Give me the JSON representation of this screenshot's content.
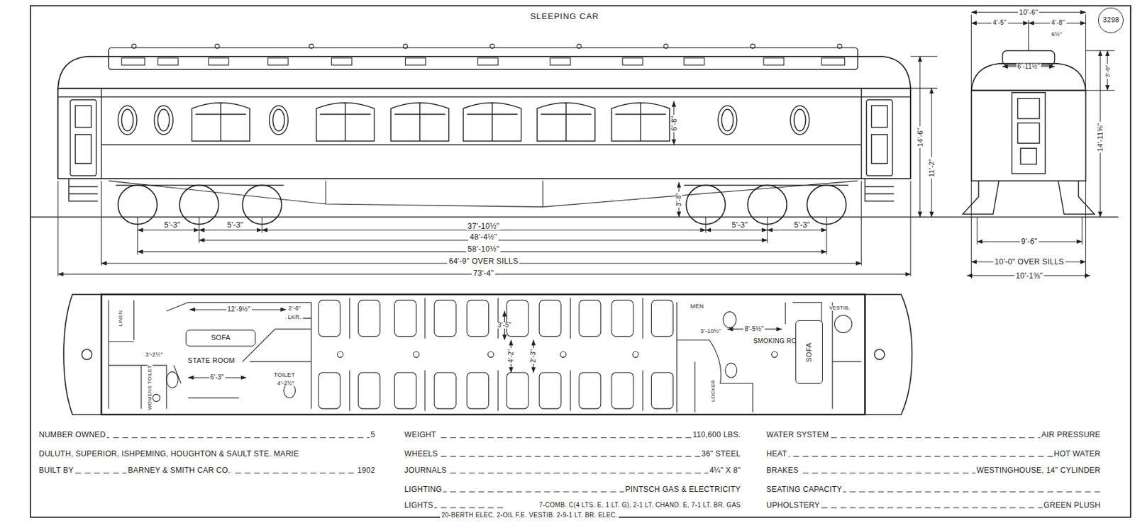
{
  "diagram": {
    "title": "SLEEPING CAR",
    "nodes": [
      {
        "text": [
          "3298"
        ]
      },
      {
        "text": [
          "SOFA"
        ]
      },
      {
        "text": [
          "SOFA"
        ]
      }
    ],
    "labels": [
      "5'-3\"",
      "5'-3\"",
      "37'-10½\"",
      "5'-3\"",
      "5'-3\"",
      "48'-4½\"",
      "58'-10½\"",
      "64'-9\" OVER SILLS",
      "73'-4\"",
      "6'-8\"",
      "14'-6\"",
      "11'-2\"",
      "3'-8\"",
      "10'-6\"",
      "4'-5\"",
      "4'-8\"",
      "6½\"",
      "6'-11½\"",
      "3'-0\"",
      "14'-11⅝\"",
      "9'-6\"",
      "10'-0\" OVER SILLS",
      "10'-1⅝\"",
      "LINEN",
      "12'-9½\"",
      "2'-6\"",
      "LKR.",
      "STATE ROOM",
      "3'-2½\"",
      "6'-3\"",
      "TOILET",
      "4'-2½\"",
      "WOMENS TOILET",
      "3'-5\"",
      "4'-2\"",
      "2'-3\"",
      "MEN",
      "3'-10½\"",
      "8'-5½\"",
      "SMOKING ROOM",
      "LOCKER",
      "VESTIB.",
      "NUMBER OWNED",
      "5",
      "DULUTH, SUPERIOR, ISHPEMING, HOUGHTON & SAULT STE. MARIE",
      "BUILT BY",
      "BARNEY & SMITH CAR CO.",
      "1902",
      "WEIGHT",
      "110,600 LBS.",
      "WHEELS",
      "36\" STEEL",
      "JOURNALS",
      "4¼\" X 8\"",
      "LIGHTING",
      "PINTSCH GAS & ELECTRICITY",
      "LIGHTS",
      "7-COMB. C(4 LTS. E. 1 LT. G), 2-1 LT. CHAND. E, 7-1 LT. BR. GAS",
      "20-BERTH ELEC. 2-OIL F.E. VESTIB. 2-9-1 LT. BR. ELEC.",
      "WATER SYSTEM",
      "AIR PRESSURE",
      "HEAT",
      "HOT WATER",
      "BRAKES",
      "WESTINGHOUSE, 14\" CYLINDER",
      "SEATING CAPACITY",
      "UPHOLSTERY",
      "GREEN PLUSH"
    ]
  }
}
